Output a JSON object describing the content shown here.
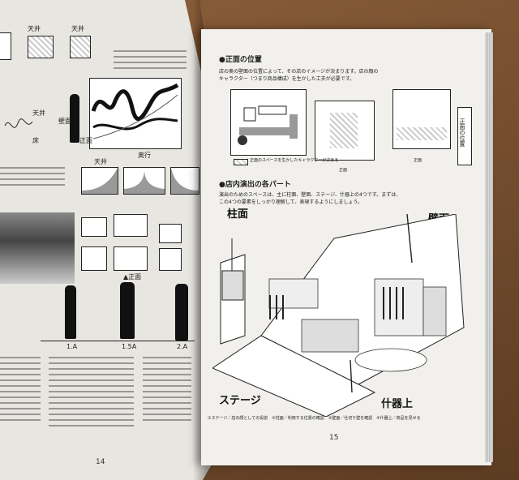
{
  "left_page": {
    "labels": {
      "tenjo_top1": "天井",
      "tenjo_top2": "天井",
      "tenjo_mid": "天井",
      "tenjo_low": "天井",
      "kabemen": "壁面",
      "yuka": "床",
      "shomen": "正面",
      "oku": "奥行",
      "shomen_marker": "▲正面",
      "size_1a": "1.A",
      "size_15a": "1.5A",
      "size_2a": "2.A"
    },
    "page_number": "14"
  },
  "right_page": {
    "section1_title": "●正面の位置",
    "section1_body_line1": "店の奥の壁面の位置によって、その店のイメージが決まります。店の顔のキャラクター（つまり商品構成）を生かした工夫が必要です。",
    "section1_side_label": "正面の位置",
    "section1_caption": "正面のスペースを生かしたキャラクターが決まる",
    "section1_fig_label_a": "正面",
    "section1_fig_label_b": "正面",
    "section2_title": "●店内演出の各パート",
    "section2_body": "演出のためのスペースは、主に柱面、壁面、ステージ、什器上の4つです。まずは、この4つの要素をしっかり理解して、表現するようにしましょう。",
    "label_hashira": "柱面",
    "label_kabe": "壁面",
    "label_stage": "ステージ",
    "label_juki": "什器上",
    "bottom_caption": "①ステージ／店の顔としての役割　②柱面／利用する位置の確認　③壁面／仕切り壁を確認　④什器上／商品を見せる",
    "page_number": "15"
  }
}
